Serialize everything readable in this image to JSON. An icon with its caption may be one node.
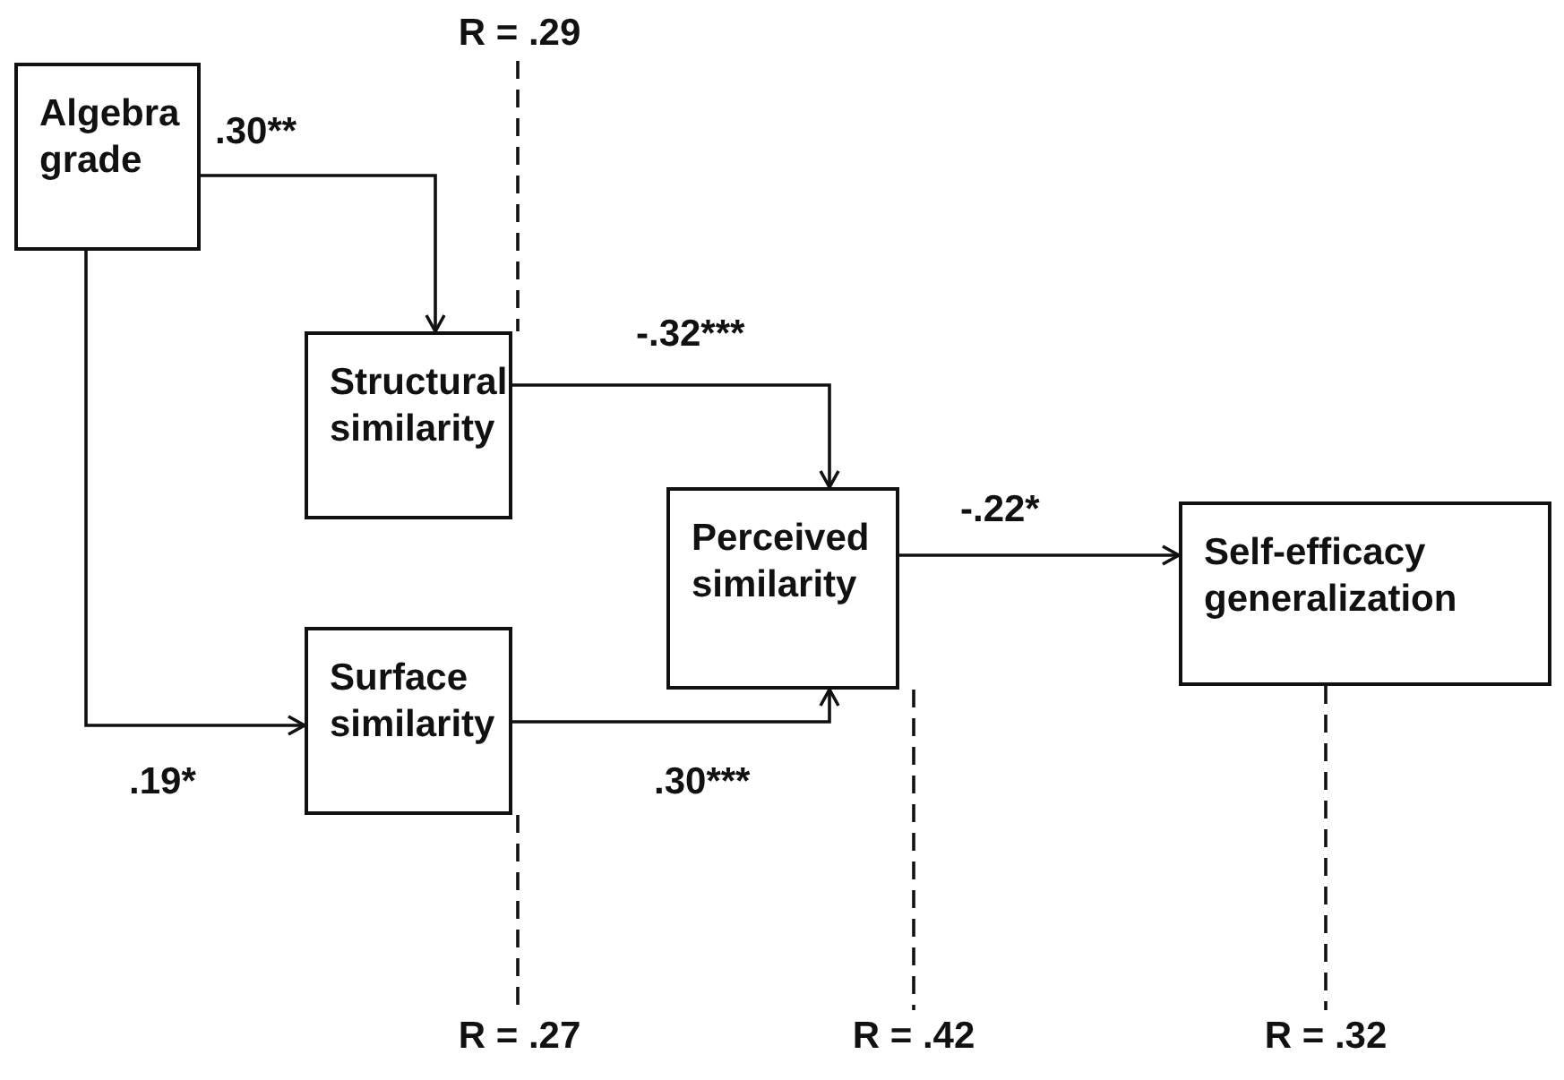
{
  "diagram": {
    "nodes": [
      {
        "text": [
          "Algebra grade"
        ]
      },
      {
        "text": [
          "Structural similarity"
        ]
      },
      {
        "text": [
          "Surface similarity"
        ]
      },
      {
        "text": [
          "Perceived similarity"
        ]
      },
      {
        "text": [
          "Self-efficacy generalization"
        ]
      },
      {
        "text": [
          "R = .29"
        ]
      },
      {
        "text": [
          "R = .27"
        ]
      },
      {
        "text": [
          "R = .42"
        ]
      },
      {
        "text": [
          "R = .32"
        ]
      }
    ],
    "edges": [
      {
        "from": 0,
        "to": 1,
        "arrow": "to",
        "label": ".30**"
      },
      {
        "from": 0,
        "to": 2,
        "arrow": "to",
        "label": ".19*"
      },
      {
        "from": 1,
        "to": 3,
        "arrow": "to",
        "label": "-.32***"
      },
      {
        "from": 2,
        "to": 3,
        "arrow": "to",
        "label": ".30***"
      },
      {
        "from": 3,
        "to": 4,
        "arrow": "to",
        "label": "-.22*"
      },
      {
        "from": 5,
        "to": 1,
        "arrow": "none",
        "style": "dashed"
      },
      {
        "from": 2,
        "to": 6,
        "arrow": "none",
        "style": "dashed"
      },
      {
        "from": 3,
        "to": 7,
        "arrow": "none",
        "style": "dashed"
      },
      {
        "from": 4,
        "to": 8,
        "arrow": "none",
        "style": "dashed"
      }
    ]
  }
}
